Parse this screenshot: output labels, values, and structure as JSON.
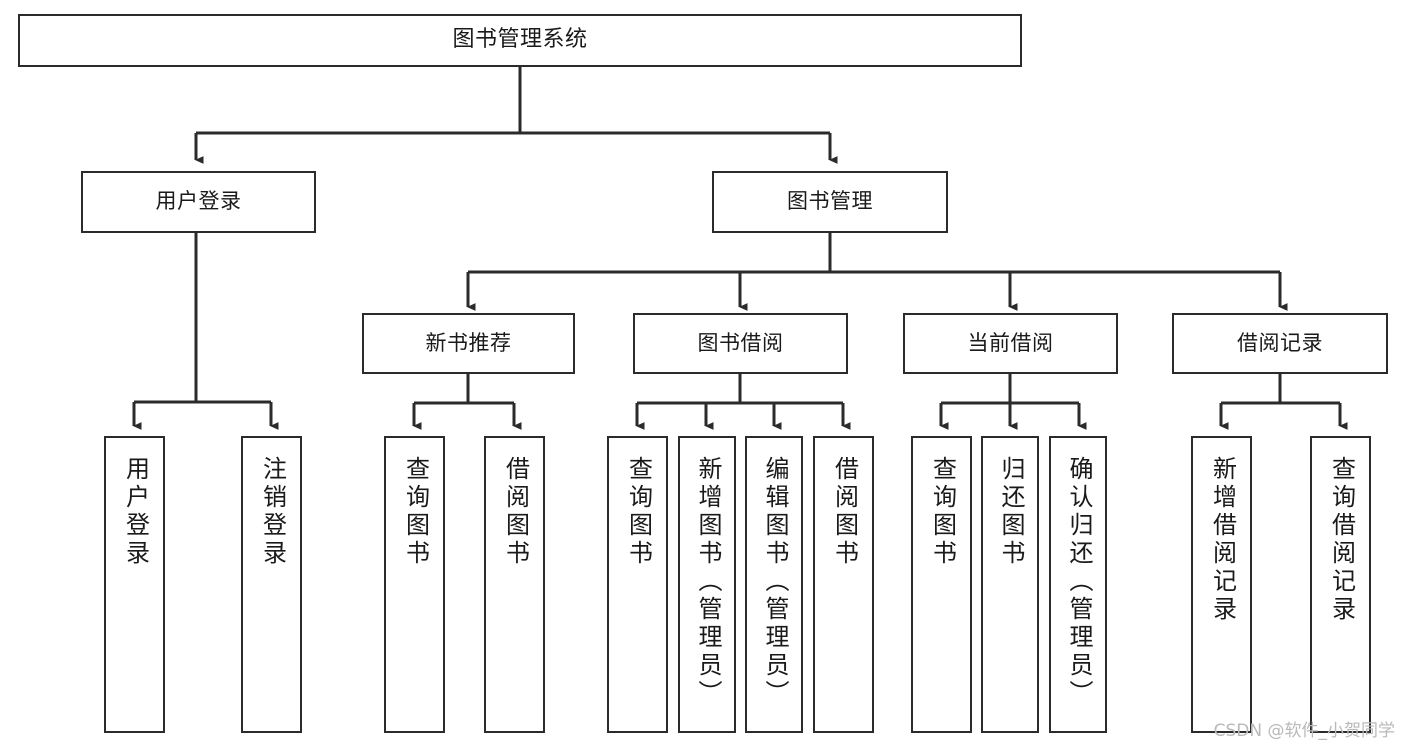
{
  "diagram": {
    "title": "图书管理系统",
    "type": "tree",
    "watermark": "CSDN @软件_小贺同学",
    "stroke_color": "#2b2b2b",
    "fill_color": "#ffffff",
    "text_color": "#1a1a1a",
    "watermark_color": "#b9b9b9"
  },
  "nodes": {
    "root": {
      "label": "图书管理系统"
    },
    "level2": [
      {
        "label": "用户登录"
      },
      {
        "label": "图书管理"
      }
    ],
    "level3": [
      {
        "label": "新书推荐"
      },
      {
        "label": "图书借阅"
      },
      {
        "label": "当前借阅"
      },
      {
        "label": "借阅记录"
      }
    ],
    "leaves": [
      {
        "label": "用户登录"
      },
      {
        "label": "注销登录"
      },
      {
        "label": "查询图书"
      },
      {
        "label": "借阅图书"
      },
      {
        "label": "查询图书"
      },
      {
        "label": "新增图书（管理员）"
      },
      {
        "label": "编辑图书（管理员）"
      },
      {
        "label": "借阅图书"
      },
      {
        "label": "查询图书"
      },
      {
        "label": "归还图书"
      },
      {
        "label": "确认归还（管理员）"
      },
      {
        "label": "新增借阅记录"
      },
      {
        "label": "查询借阅记录"
      }
    ]
  },
  "edges": {
    "root_to_level2": [
      "用户登录",
      "图书管理"
    ],
    "level2_user_to_leaves": [
      "用户登录",
      "注销登录"
    ],
    "level2_book_to_level3": [
      "新书推荐",
      "图书借阅",
      "当前借阅",
      "借阅记录"
    ],
    "new_book_children": [
      "查询图书",
      "借阅图书"
    ],
    "borrow_children": [
      "查询图书",
      "新增图书（管理员）",
      "编辑图书（管理员）",
      "借阅图书"
    ],
    "current_children": [
      "查询图书",
      "归还图书",
      "确认归还（管理员）"
    ],
    "record_children": [
      "新增借阅记录",
      "查询借阅记录"
    ]
  }
}
